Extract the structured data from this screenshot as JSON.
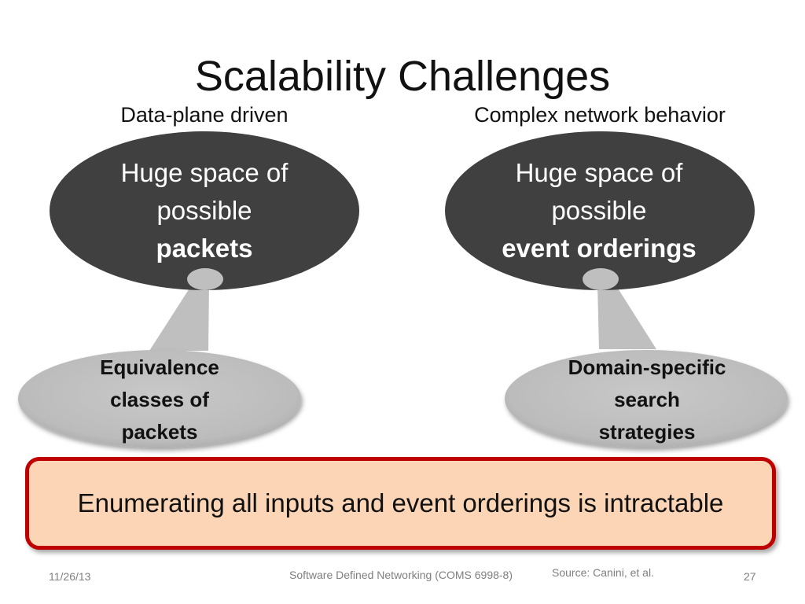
{
  "slide": {
    "title": "Scalability Challenges",
    "columns": [
      {
        "label": "Data-plane driven",
        "problem": {
          "line1": "Huge space of",
          "line2": "possible",
          "emphasis": "packets"
        },
        "solution": {
          "line1": "Equivalence",
          "line2": "classes of",
          "line3": "packets"
        }
      },
      {
        "label": "Complex network behavior",
        "problem": {
          "line1": "Huge space of",
          "line2": "possible",
          "emphasis": "event orderings"
        },
        "solution": {
          "line1": "Domain-specific",
          "line2": "search",
          "line3": "strategies"
        }
      }
    ],
    "callout": "Enumerating all inputs and event orderings is intractable"
  },
  "footer": {
    "date": "11/26/13",
    "course": "Software Defined Networking (COMS 6998-8)",
    "source": "Source: Canini, et al.",
    "page_number": "27"
  },
  "colors": {
    "problem_bubble": "#3f3f3f",
    "solution_bubble": "#bfbfbf",
    "callout_border": "#c00000",
    "callout_fill": "#fbd5b5",
    "footer_text": "#7f7f7f"
  }
}
